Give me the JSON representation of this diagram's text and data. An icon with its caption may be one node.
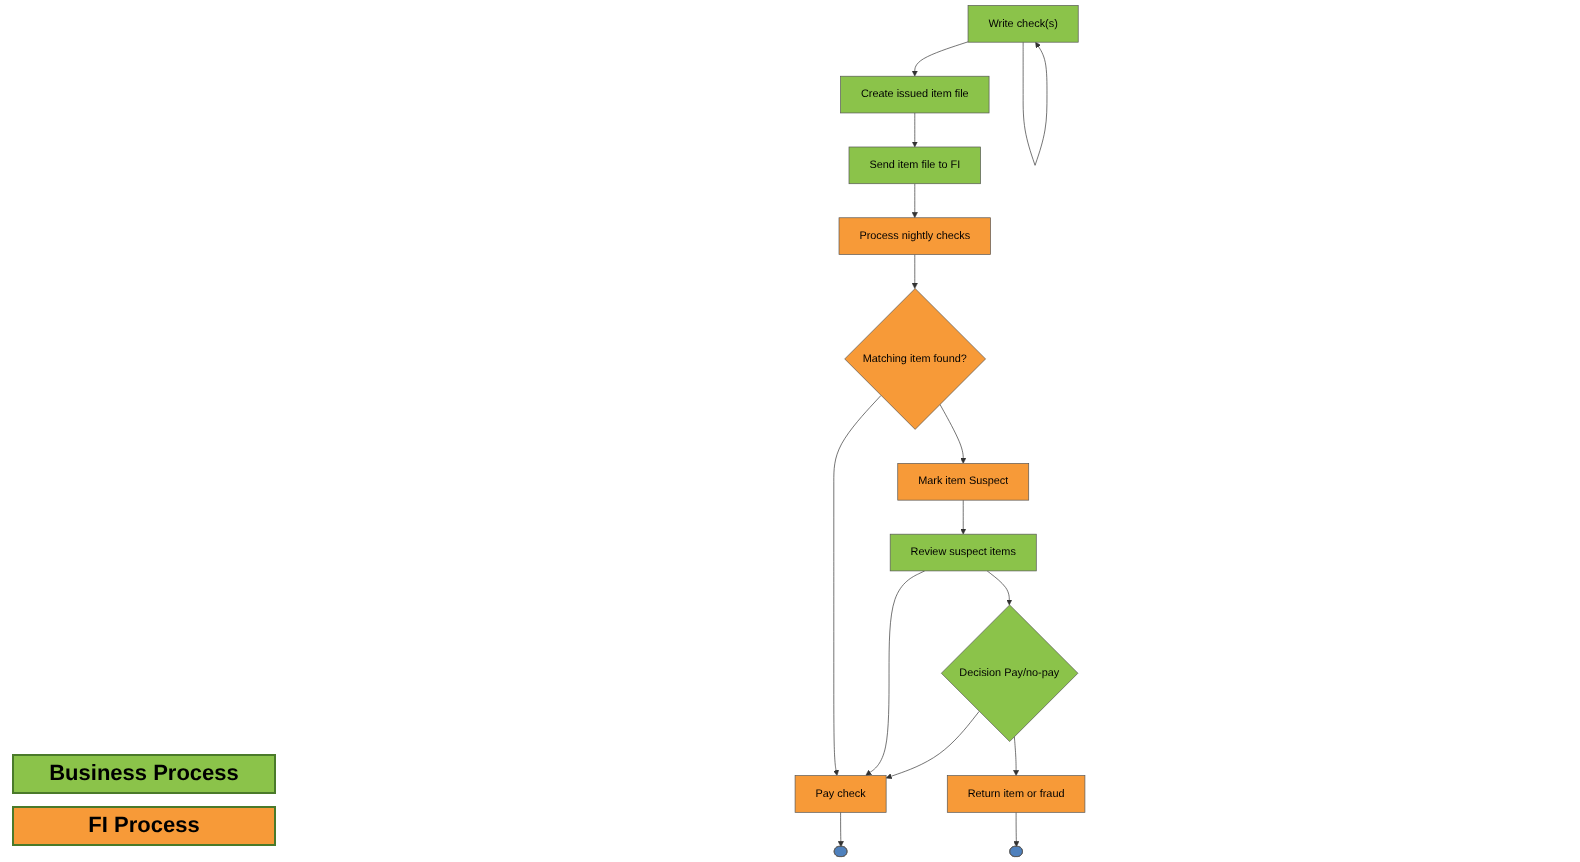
{
  "diagram": {
    "nodes": [
      {
        "text": [
          "Write check(s)"
        ]
      },
      {
        "text": [
          "Create issued item file"
        ]
      },
      {
        "text": [
          "Send item file to FI"
        ]
      },
      {
        "text": [
          "Process nightly checks"
        ]
      },
      {
        "text": [
          "Matching item found?"
        ]
      },
      {
        "text": [
          "Mark item Suspect"
        ]
      },
      {
        "text": [
          "Pay check"
        ]
      },
      {
        "text": [
          "Review suspect items"
        ]
      },
      {
        "text": [
          "Decision Pay/no-pay"
        ]
      },
      {
        "text": [
          "Return item or fraud"
        ]
      },
      {
        "text": [],
        "shape": "stadium"
      },
      {
        "text": [],
        "shape": "stadium"
      }
    ],
    "edges": [
      {
        "from": 0,
        "to": 1,
        "arrow": "to"
      },
      {
        "from": 0,
        "to": 0,
        "arrow": "to"
      },
      {
        "from": 1,
        "to": 2,
        "arrow": "to"
      },
      {
        "from": 2,
        "to": 3,
        "arrow": "to"
      },
      {
        "from": 3,
        "to": 4,
        "arrow": "to"
      },
      {
        "from": 4,
        "to": 5,
        "arrow": "to"
      },
      {
        "from": 4,
        "to": 6,
        "arrow": "to"
      },
      {
        "from": 5,
        "to": 7,
        "arrow": "to"
      },
      {
        "from": 7,
        "to": 6,
        "arrow": "to"
      },
      {
        "from": 7,
        "to": 8,
        "arrow": "to"
      },
      {
        "from": 8,
        "to": 9,
        "arrow": "to"
      },
      {
        "from": 8,
        "to": 6,
        "arrow": "to"
      },
      {
        "from": 6,
        "to": 10,
        "arrow": "to"
      },
      {
        "from": 9,
        "to": 11,
        "arrow": "to"
      }
    ],
    "legend": [
      {
        "text": "Business Process",
        "color": "#8bc34a"
      },
      {
        "text": "FI Process",
        "color": "#f79a38"
      }
    ]
  }
}
